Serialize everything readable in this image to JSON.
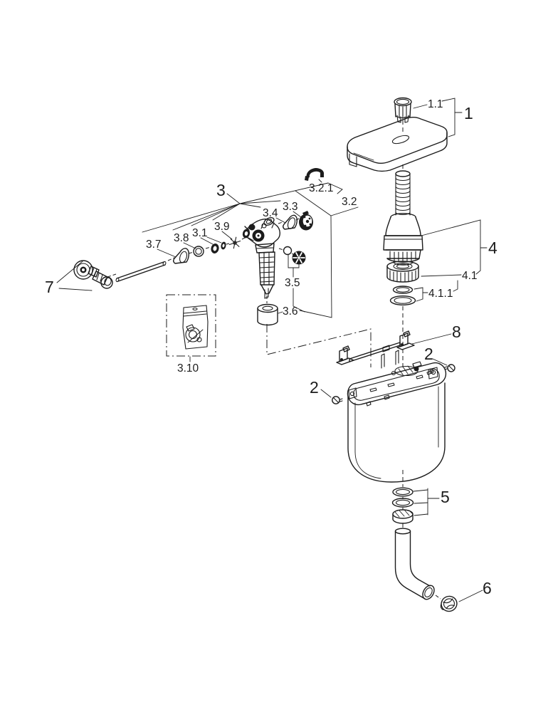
{
  "diagram": {
    "title_note": "exploded parts diagram of a flush cistern",
    "callouts": {
      "part1": "1",
      "part1_1": "1.1",
      "part2_left": "2",
      "part2_right": "2",
      "part3": "3",
      "part3_1": "3.1",
      "part3_2": "3.2",
      "part3_2_1": "3.2.1",
      "part3_3": "3.3",
      "part3_4": "3.4",
      "part3_5": "3.5",
      "part3_6": "3.6",
      "part3_7": "3.7",
      "part3_8": "3.8",
      "part3_9": "3.9",
      "part3_10": "3.10",
      "part4": "4",
      "part4_1": "4.1",
      "part4_1_1": "4.1.1",
      "part5": "5",
      "part6": "6",
      "part7": "7",
      "part8": "8"
    },
    "colors": {
      "background": "#ffffff",
      "line": "#1c1c1c"
    }
  }
}
